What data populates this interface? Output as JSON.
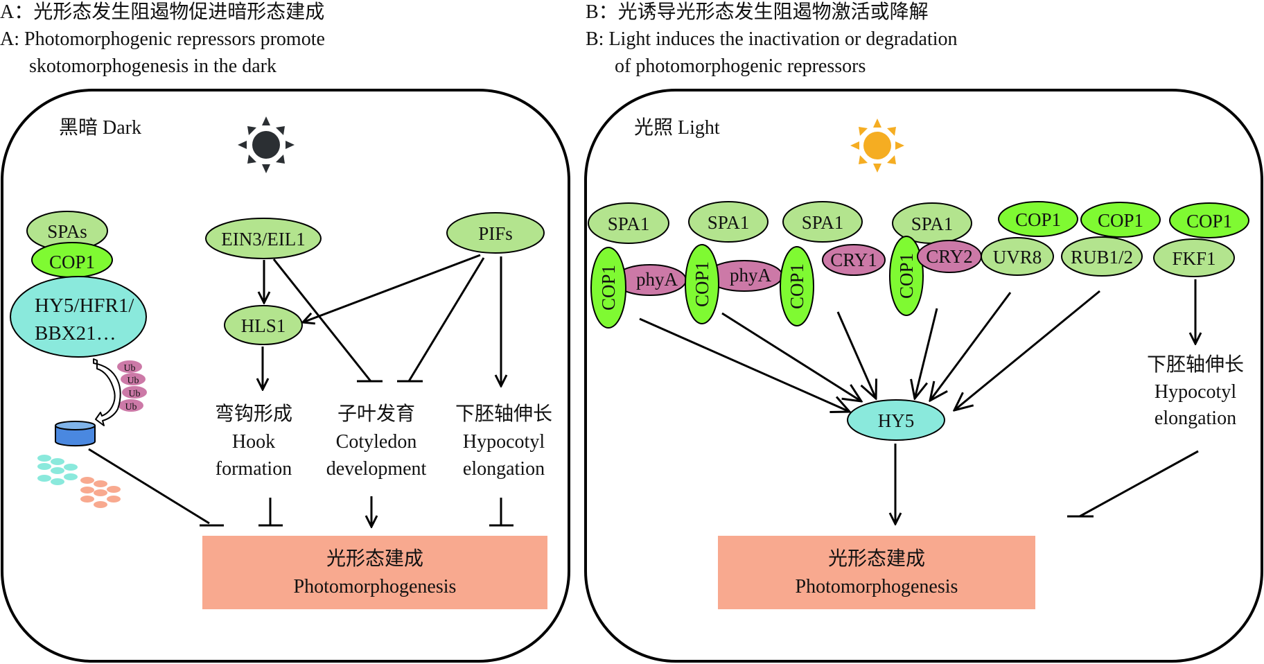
{
  "captions": {
    "a": {
      "zh": "A：光形态发生阻遏物促进暗形态建成",
      "en_line1": "A: Photomorphogenic repressors promote",
      "en_line2": "skotomorphogenesis in the dark"
    },
    "b": {
      "zh": "B：光诱导光形态发生阻遏物激活或降解",
      "en_line1": "B: Light induces the inactivation or degradation",
      "en_line2": "of photomorphogenic repressors"
    }
  },
  "colors": {
    "spa_green": "#b3e48e",
    "cop1_green": "#7ffa32",
    "cyan": "#8ae9dc",
    "magenta": "#cc79a7",
    "salmon": "#f8a98f",
    "proteasome_blue": "#4a88e0",
    "sun_dark": "#2b2f33",
    "sun_light": "#f5ad22"
  },
  "panel_a": {
    "title": "黑暗 Dark",
    "sun_icon": "dark-sun-icon",
    "nodes": {
      "spas": "SPAs",
      "cop1": "COP1",
      "hy5_line1": "HY5/HFR1/",
      "hy5_line2": "BBX21…",
      "ein3": "EIN3/EIL1",
      "pifs": "PIFs",
      "hls1": "HLS1",
      "ub": [
        "Ub",
        "Ub",
        "Ub",
        "Ub"
      ]
    },
    "outputs": [
      {
        "zh": "弯钩形成",
        "en1": "Hook",
        "en2": "formation"
      },
      {
        "zh": "子叶发育",
        "en1": "Cotyledon",
        "en2": "development"
      },
      {
        "zh": "下胚轴伸长",
        "en1": "Hypocotyl",
        "en2": "elongation"
      }
    ],
    "result": {
      "zh": "光形态建成",
      "en": "Photomorphogenesis"
    }
  },
  "panel_b": {
    "title": "光照 Light",
    "sun_icon": "light-sun-icon",
    "spa1": "SPA1",
    "cop1": "COP1",
    "phya": "phyA",
    "cry1": "CRY1",
    "cry2": "CRY2",
    "uvr8": "UVR8",
    "rub": "RUB1/2",
    "fkf1": "FKF1",
    "hy5": "HY5",
    "hypocotyl": {
      "zh": "下胚轴伸长",
      "en1": "Hypocotyl",
      "en2": "elongation"
    },
    "result": {
      "zh": "光形态建成",
      "en": "Photomorphogenesis"
    }
  }
}
